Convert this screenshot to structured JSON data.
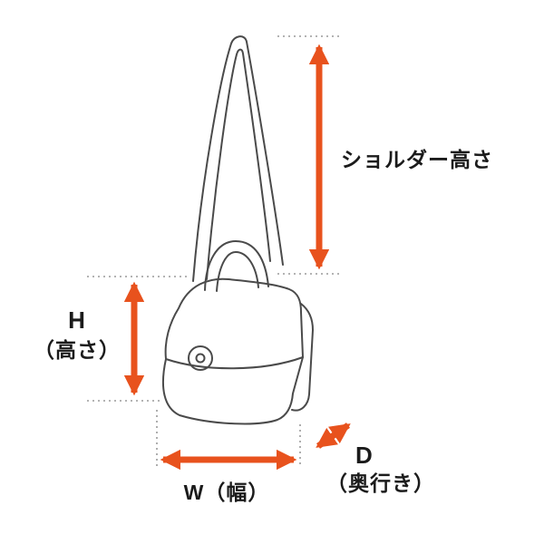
{
  "diagram": {
    "type": "product-dimension-diagram",
    "labels": {
      "shoulder_height": "ショルダー高さ",
      "height_letter": "H",
      "height_sub": "（高さ）",
      "width": "W（幅）",
      "depth_letter": "D",
      "depth_sub": "（奥行き）"
    },
    "colors": {
      "arrow": "#E8521D",
      "outline": "#4a4a4a",
      "guide": "#9a9a9a"
    }
  }
}
